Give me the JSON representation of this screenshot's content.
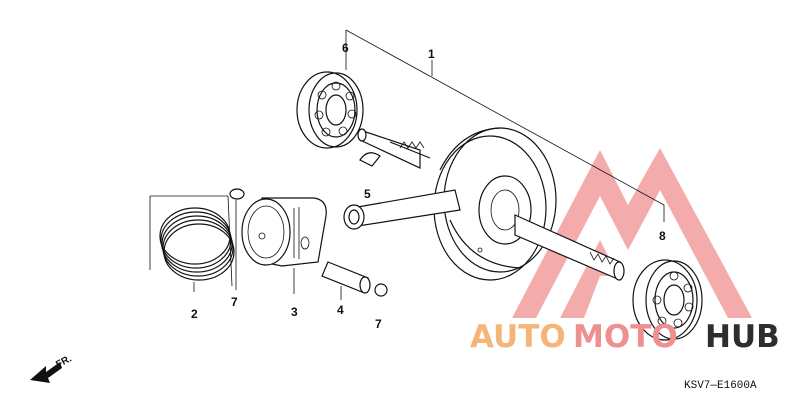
{
  "callouts": {
    "crankshaft_assy": "1",
    "piston_ring_set": "2",
    "piston": "3",
    "piston_pin": "4",
    "woodruff_key": "5",
    "bearing_left": "6",
    "pin_clip_left": "7",
    "pin_clip_right": "7",
    "bearing_right": "8"
  },
  "direction_label": "FR.",
  "diagram_code": "KSV7—E1600A",
  "watermark": {
    "part1": "AUTO",
    "part2": "MOTO",
    "part3": "HUB",
    "colors": {
      "orange": "#f4b47a",
      "red": "#ef8f8f",
      "dark": "#2e2e2e"
    }
  }
}
